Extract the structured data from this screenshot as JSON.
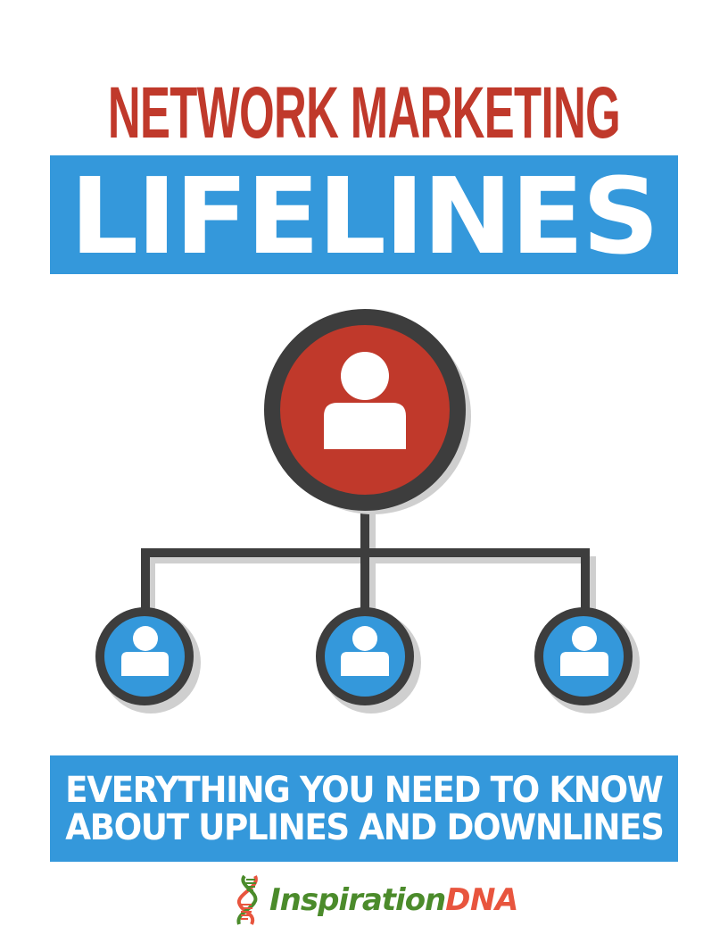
{
  "cover": {
    "title_line_1": "NETWORK MARKETING",
    "title_line_2": "LIFELINES",
    "subtitle_line_1": "EVERYTHING YOU NEED TO KNOW",
    "subtitle_line_2": "ABOUT UPLINES AND DOWNLINES"
  },
  "diagram": {
    "top_node": {
      "icon": "person-icon",
      "fill": "#c0392b"
    },
    "child_nodes": [
      {
        "icon": "person-icon",
        "fill": "#3498db"
      },
      {
        "icon": "person-icon",
        "fill": "#3498db"
      },
      {
        "icon": "person-icon",
        "fill": "#3498db"
      }
    ],
    "stroke_color": "#3d3d3d",
    "shadow_color": "#cfcfcf"
  },
  "logo": {
    "icon": "dna-helix-icon",
    "text_part_1": "Inspiration",
    "text_part_2": "DNA",
    "color_part_1": "#4b8b2b",
    "color_part_2": "#e8553e"
  },
  "colors": {
    "title_red": "#c0392b",
    "banner_blue": "#3498db",
    "text_white": "#ffffff"
  }
}
